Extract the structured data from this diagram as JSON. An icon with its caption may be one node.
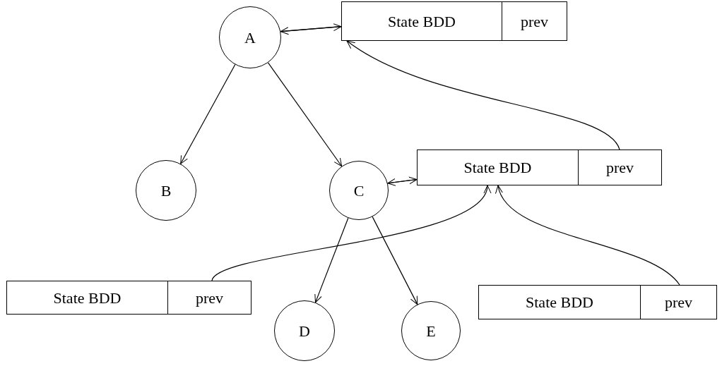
{
  "diagram": {
    "nodes": [
      {
        "text": [
          "A"
        ]
      },
      {
        "text": [
          "B"
        ]
      },
      {
        "text": [
          "C"
        ]
      },
      {
        "text": [
          "D"
        ]
      },
      {
        "text": [
          "E"
        ]
      },
      {
        "text": [
          "State BDD",
          "prev"
        ]
      },
      {
        "text": [
          "State BDD",
          "prev"
        ]
      },
      {
        "text": [
          "State BDD",
          "prev"
        ]
      },
      {
        "text": [
          "State BDD",
          "prev"
        ]
      }
    ],
    "edges": [
      {
        "from": 0,
        "to": 5,
        "arrow": "to"
      },
      {
        "from": 5,
        "to": 0,
        "arrow": "to"
      },
      {
        "from": 0,
        "to": 1,
        "arrow": "to"
      },
      {
        "from": 0,
        "to": 2,
        "arrow": "to"
      },
      {
        "from": 2,
        "to": 6,
        "arrow": "to"
      },
      {
        "from": 6,
        "to": 2,
        "arrow": "to"
      },
      {
        "from": 6,
        "to": 5,
        "arrow": "to"
      },
      {
        "from": 2,
        "to": 3,
        "arrow": "to"
      },
      {
        "from": 2,
        "to": 4,
        "arrow": "to"
      },
      {
        "from": 7,
        "to": 6,
        "arrow": "to"
      },
      {
        "from": 8,
        "to": 6,
        "arrow": "to"
      }
    ]
  }
}
